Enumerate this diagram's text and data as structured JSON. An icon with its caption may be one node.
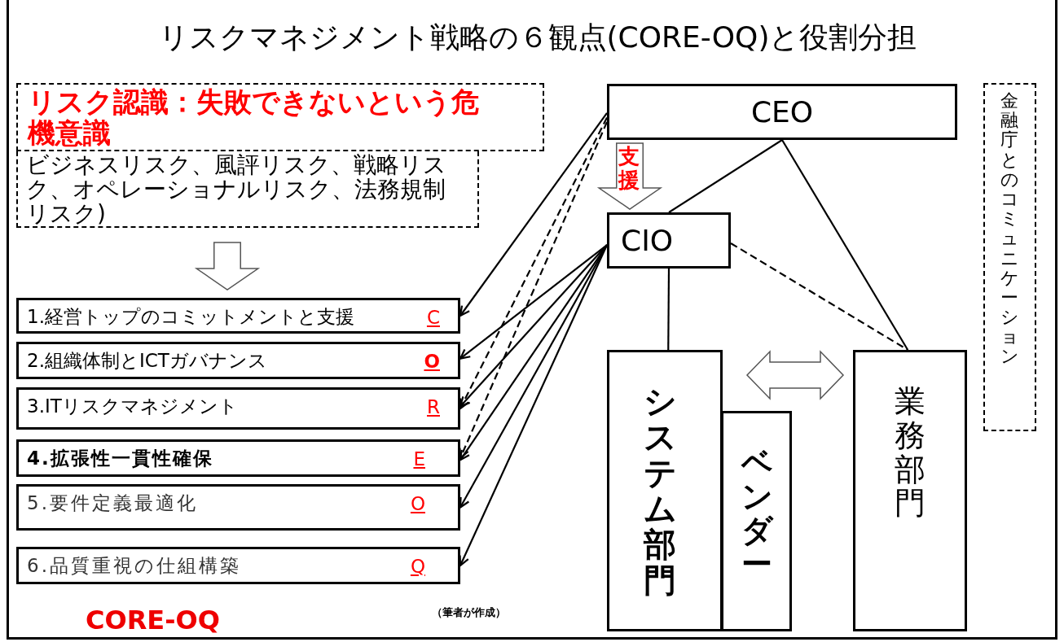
{
  "diagram": {
    "title": "リスクマネジメント戦略の６観点(CORE-OQ)と役割分担",
    "nodes": [
      {
        "text": [
          "リスク認識：失敗できないという危機意識"
        ]
      },
      {
        "text": [
          "ビジネスリスク、風評リスク、戦略リスク、オペレーショナルリスク、法務規制リスク)"
        ]
      },
      {
        "text": [
          "1.経営トップのコミットメントと支援",
          "C"
        ]
      },
      {
        "text": [
          "2.組織体制とICTガバナンス",
          "O"
        ]
      },
      {
        "text": [
          "3.ITリスクマネジメント",
          "R"
        ]
      },
      {
        "text": [
          "4.拡張性一貫性確保",
          "E"
        ]
      },
      {
        "text": [
          "5.要件定義最適化",
          "O"
        ]
      },
      {
        "text": [
          "6.品質重視の仕組構築",
          "Q"
        ]
      },
      {
        "text": [
          "CEO"
        ]
      },
      {
        "text": [
          "CIO"
        ]
      },
      {
        "text": [
          "システム部門"
        ]
      },
      {
        "text": [
          "ベンダー"
        ]
      },
      {
        "text": [
          "業務部門"
        ]
      },
      {
        "text": [
          "金融庁とのコミュニケーション"
        ]
      }
    ],
    "edges": [
      {
        "from": 1,
        "to": 2,
        "arrow": "to"
      },
      {
        "from": 8,
        "to": 2,
        "arrow": "to"
      },
      {
        "from": 8,
        "to": 4,
        "arrow": "to",
        "style": "dashed"
      },
      {
        "from": 8,
        "to": 5,
        "arrow": "to",
        "style": "dashed"
      },
      {
        "from": 9,
        "to": 3,
        "arrow": "to"
      },
      {
        "from": 9,
        "to": 4,
        "arrow": "to"
      },
      {
        "from": 9,
        "to": 5,
        "arrow": "to"
      },
      {
        "from": 9,
        "to": 6,
        "arrow": "to"
      },
      {
        "from": 9,
        "to": 7,
        "arrow": "to"
      },
      {
        "from": 8,
        "to": 9,
        "arrow": "to",
        "label": "支援"
      },
      {
        "from": 8,
        "to": 9,
        "arrow": "none"
      },
      {
        "from": 8,
        "to": 12,
        "arrow": "none"
      },
      {
        "from": 9,
        "to": 12,
        "arrow": "none",
        "style": "dashed"
      },
      {
        "from": 9,
        "to": 10,
        "arrow": "none"
      },
      {
        "from": 10,
        "to": 12,
        "arrow": "both"
      }
    ],
    "labels": [
      "CORE-OQ",
      "（筆者が作成）"
    ]
  }
}
